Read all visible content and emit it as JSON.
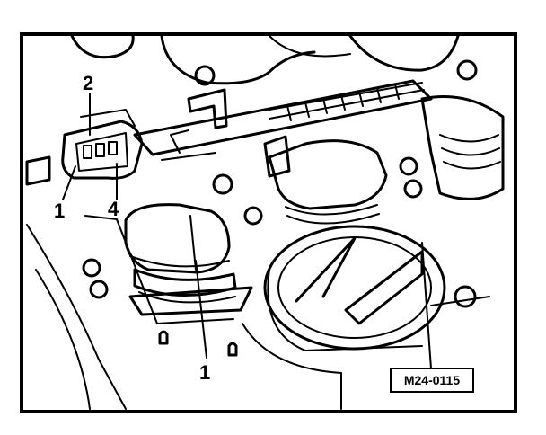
{
  "callouts": {
    "label_2": "2",
    "label_1_left": "1",
    "label_4": "4",
    "label_1_bottom": "1"
  },
  "reference_code": "M24-0115",
  "colors": {
    "ink": "#000000",
    "paper": "#ffffff"
  }
}
